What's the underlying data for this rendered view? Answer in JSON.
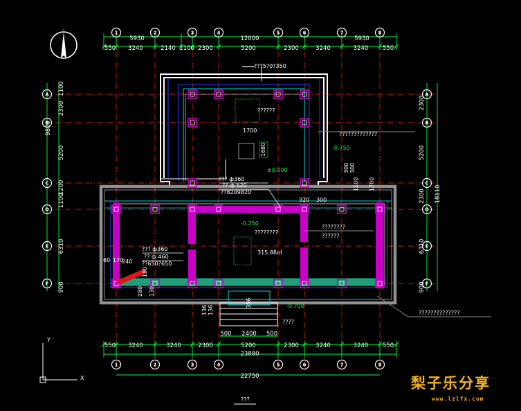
{
  "plan": {
    "title": "???",
    "top_overall": "12000",
    "top_partial": [
      "5930",
      "5930"
    ],
    "top_dims": [
      "550",
      "3240",
      "2140",
      "1100",
      "2300",
      "5200",
      "2300",
      "3240",
      "3240",
      "550"
    ],
    "bottom_dims": [
      "550",
      "3240",
      "3240",
      "2300",
      "5200",
      "2300",
      "3240",
      "3240",
      "550"
    ],
    "bottom_total": "23880",
    "bottom_overall": "22750",
    "step_dims": [
      "500",
      "2400",
      "500"
    ],
    "left_dims": [
      "1100",
      "2300",
      "5200",
      "1200",
      "1100",
      "6310",
      "900"
    ],
    "left_sub": "9800",
    "right_dims": [
      "2300",
      "5200",
      "2300",
      "6310",
      "900"
    ],
    "right_total": "18110",
    "axis_labels_top": [
      "1",
      "2",
      "3",
      "4",
      "5",
      "6",
      "7",
      "8"
    ],
    "axis_labels_side": [
      "A",
      "B",
      "C",
      "D",
      "E",
      "F"
    ]
  },
  "annotations": {
    "top_note": "???5?0?350",
    "room_upper": "??????",
    "dim_1700": "1700",
    "dim_1680": "1680",
    "dim_300a": "300",
    "dim_300b": "300",
    "dim_1100": "1100",
    "dim_1700b": "1700",
    "elev_0": "±0.000",
    "elev_m075": "-0.750",
    "elev_m025": "-0.250",
    "elev_m07": "-0.700",
    "right_note_upper": "?????????????",
    "right_note_mid1": "????????",
    "right_note_mid2": "??????",
    "right_note_lower": "??????????????",
    "room_main": "????????",
    "area": "315.88㎡",
    "col_a1": "???  ф360",
    "col_a2": "??  ф 520",
    "col_a3": "??8209820",
    "col_b1": "???  ф360",
    "col_b2": "??  ф 460",
    "col_b3": "??650?650",
    "dim_320": "320",
    "dim_300c": "300",
    "dim_60": "60",
    "dim_170": "170",
    "dim_240": "240",
    "dim_190": "190",
    "dim_280": "280",
    "dim_130": "130",
    "dim_136a": "136",
    "dim_136b": "136",
    "dim_356": "356",
    "stair_note": "????",
    "axis_x": "X",
    "axis_y": "Y"
  },
  "watermark": {
    "title": "梨子乐分享",
    "url": "www.lzlfx.com"
  },
  "colors": {
    "background": "#000000",
    "wall": "#ffffff",
    "axis_line": "#e01414",
    "dim_line": "#00ff3a",
    "column": "#c800c8",
    "inner_wall": "#2040ff",
    "cyan": "#00d8d8",
    "yellow": "#f0f000",
    "watermark": "#f7b218"
  }
}
